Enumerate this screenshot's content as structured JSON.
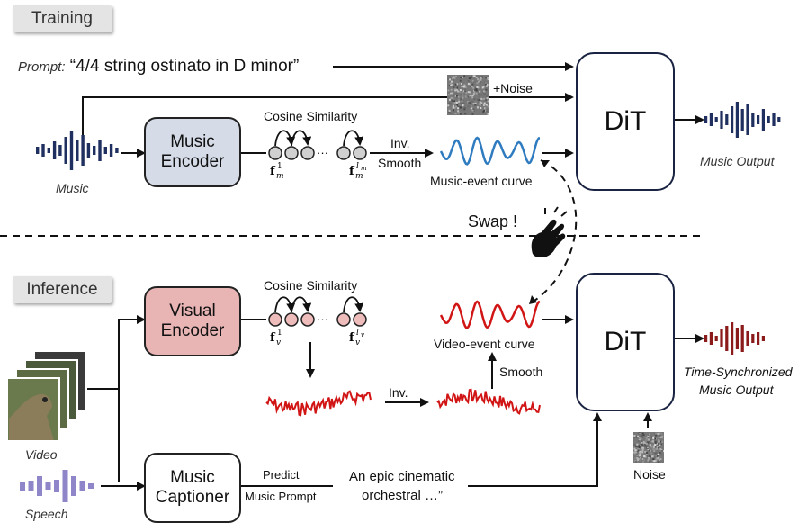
{
  "sections": {
    "training_label": "Training",
    "inference_label": "Inference"
  },
  "training": {
    "prompt_prefix": "Prompt:",
    "prompt_text": "“4/4 string ostinato in D minor”",
    "plus_noise": "+Noise",
    "music_label": "Music",
    "music_encoder": "Music\nEncoder",
    "cosine_similarity": "Cosine Similarity",
    "inv": "Inv.",
    "smooth": "Smooth",
    "curve_label": "Music-event curve",
    "dit": "DiT",
    "output_label": "Music Output"
  },
  "swap_label": "Swap !",
  "inference": {
    "video_label": "Video",
    "speech_label": "Speech",
    "visual_encoder": "Visual\nEncoder",
    "cosine_similarity": "Cosine Similarity",
    "inv": "Inv.",
    "smooth": "Smooth",
    "curve_label": "Video-event curve",
    "music_captioner": "Music\nCaptioner",
    "predict": "Predict",
    "music_prompt": "Music Prompt",
    "caption_text_line1": "An epic cinematic",
    "caption_text_line2": "orchestral …”",
    "dit": "DiT",
    "noise": "Noise",
    "output_line1": "Time-Synchronized",
    "output_line2": "Music Output"
  },
  "colors": {
    "navy": "#1f2f5f",
    "music_encoder_fill": "#d5dce8",
    "visual_encoder_fill": "#e8b4b4",
    "red_curve": "#d11515",
    "blue_curve": "#2f7bc0",
    "dark_red_wave": "#8b1a1a",
    "speech_wave": "#8e86c9",
    "node_fill_training": "#d0d0d0",
    "node_fill_inference": "#efbcbc"
  },
  "icons": [
    "hand-snap-icon",
    "video-frames-icon",
    "noise-image-icon"
  ]
}
